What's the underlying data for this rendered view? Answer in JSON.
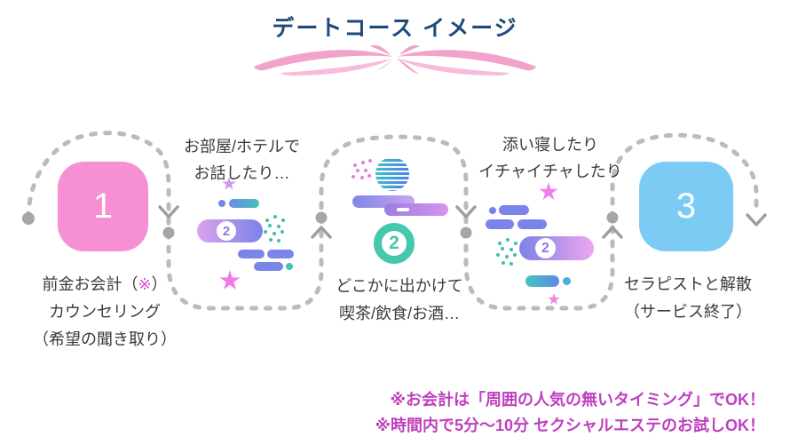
{
  "title": "デートコース イメージ",
  "steps": {
    "step1": {
      "number": "1",
      "caption_pre": "前金お会計（",
      "caption_mark": "※",
      "caption_post": "）",
      "caption_line2": "カウンセリング",
      "caption_line3": "（希望の聞き取り）"
    },
    "step2": {
      "label_line1": "お部屋/ホテルで",
      "label_line2": "お話したり…",
      "badge": "2"
    },
    "step3": {
      "badge": "2",
      "caption_line1": "どこかに出かけて",
      "caption_line2": "喫茶/飲食/お酒…"
    },
    "step4": {
      "label_line1": "添い寝したり",
      "label_line2": "イチャイチャしたり",
      "badge": "2"
    },
    "step5": {
      "number": "3",
      "caption_line1": "セラピストと解散",
      "caption_line2": "（サービス終了）"
    }
  },
  "notes": {
    "line1": "※お会計は「周囲の人気の無いタイミング」でOK！",
    "line2": "※時間内で5分〜10分 セクシャルエステのお試しOK！"
  },
  "colors": {
    "title": "#1e4a78",
    "step1_square": "#f78fd4",
    "step5_square": "#7bcbf5",
    "note_text": "#bf3fbf",
    "connector_gray": "#bbbbbb",
    "accent_blue": "#7583e9",
    "accent_teal": "#41c4b4",
    "accent_pink_star": "#f07ae8",
    "flourish_pink": "#f2a3cc"
  }
}
